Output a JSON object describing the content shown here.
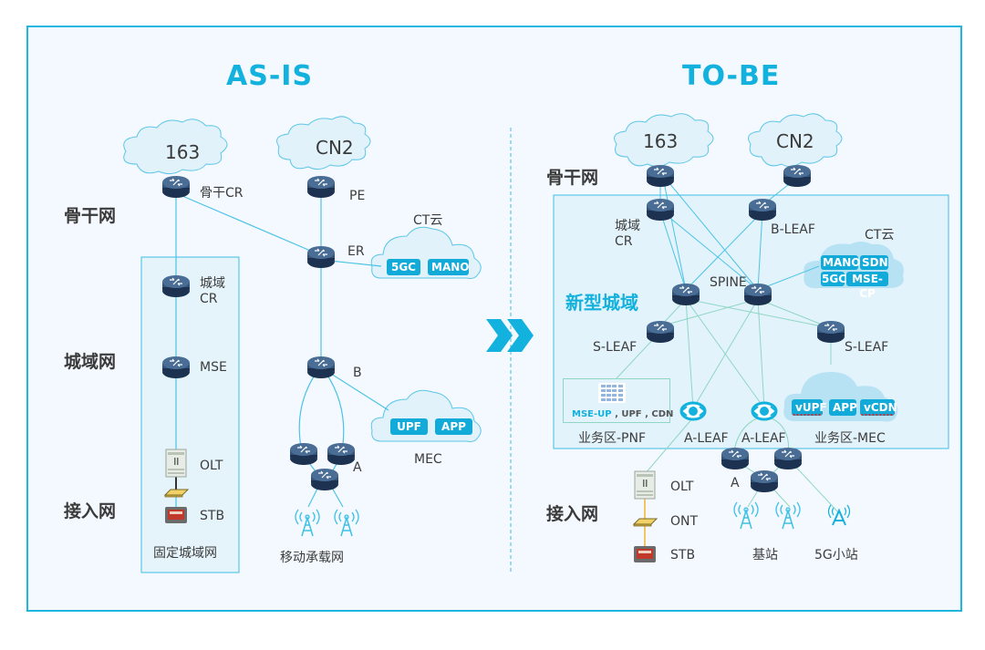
{
  "colors": {
    "accent": "#13b1de",
    "frame_border": "#1fb6e0",
    "background": "#f3f9fe",
    "link_blue": "#4cc3e6",
    "link_green": "#8fd6c4",
    "router": "#2f4a6b",
    "cloud_fill": "#e1f2fb",
    "chip": "#12abd9"
  },
  "as_is": {
    "title": "AS-IS",
    "layers": {
      "backbone": "骨干网",
      "metro": "城域网",
      "access": "接入网"
    },
    "clouds": {
      "c163": "163",
      "cn2": "CN2",
      "ct_cloud_label": "CT云",
      "ct_cloud_chips": [
        "5GC",
        "MANO"
      ],
      "mec_chips": [
        "UPF",
        "APP"
      ],
      "mec_label": "MEC"
    },
    "nodes": {
      "backbone_cr": "骨干CR",
      "pe": "PE",
      "er": "ER",
      "metro_cr_line1": "城域",
      "metro_cr_line2": "CR",
      "mse": "MSE",
      "olt": "OLT",
      "stb": "STB",
      "b": "B",
      "a": "A"
    },
    "fixed_metro_box_label": "固定城域网",
    "mobile_bearer_label": "移动承载网"
  },
  "transition_arrow": "double-chevron-right",
  "to_be": {
    "title": "TO-BE",
    "layers": {
      "backbone": "骨干网",
      "access": "接入网"
    },
    "new_metro_label": "新型城域",
    "clouds": {
      "c163": "163",
      "cn2": "CN2",
      "ct_cloud_label": "CT云",
      "ct_cloud_chips": [
        "MANO",
        "SDN",
        "5GC",
        "MSE-CP"
      ],
      "mec_chips": [
        "vUPF",
        "APP",
        "vCDN"
      ]
    },
    "nodes": {
      "metro_cr_line1": "城域",
      "metro_cr_line2": "CR",
      "b_leaf": "B-LEAF",
      "spine": "SPINE",
      "s_leaf_left": "S-LEAF",
      "s_leaf_right": "S-LEAF",
      "a_leaf_1": "A-LEAF",
      "a_leaf_2": "A-LEAF",
      "olt": "OLT",
      "ont": "ONT",
      "stb": "STB",
      "a": "A",
      "base_station": "基站",
      "small_cell": "5G小站"
    },
    "pnf_box": {
      "highlight": "MSE-UP",
      "rest": " , UPF , CDN"
    },
    "zone_pnf": "业务区-PNF",
    "zone_mec": "业务区-MEC"
  }
}
